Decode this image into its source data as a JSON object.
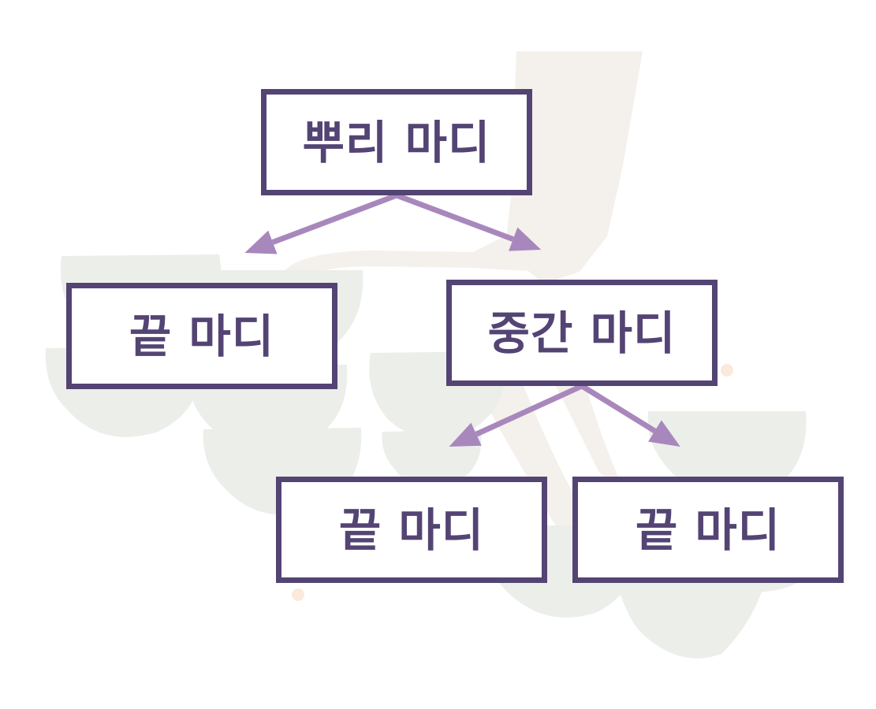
{
  "nodes": {
    "root": {
      "label": "뿌리 마디"
    },
    "leaf_1": {
      "label": "끝 마디"
    },
    "middle": {
      "label": "중간 마디"
    },
    "leaf_2": {
      "label": "끝 마디"
    },
    "leaf_3": {
      "label": "끝 마디"
    }
  },
  "edges": [
    {
      "from": "root",
      "to": "leaf_1"
    },
    {
      "from": "root",
      "to": "middle"
    },
    {
      "from": "middle",
      "to": "leaf_2"
    },
    {
      "from": "middle",
      "to": "leaf_3"
    }
  ],
  "colors": {
    "node_border": "#544474",
    "node_text": "#544474",
    "arrow": "#a888bc",
    "background_art": "#eceee9"
  }
}
